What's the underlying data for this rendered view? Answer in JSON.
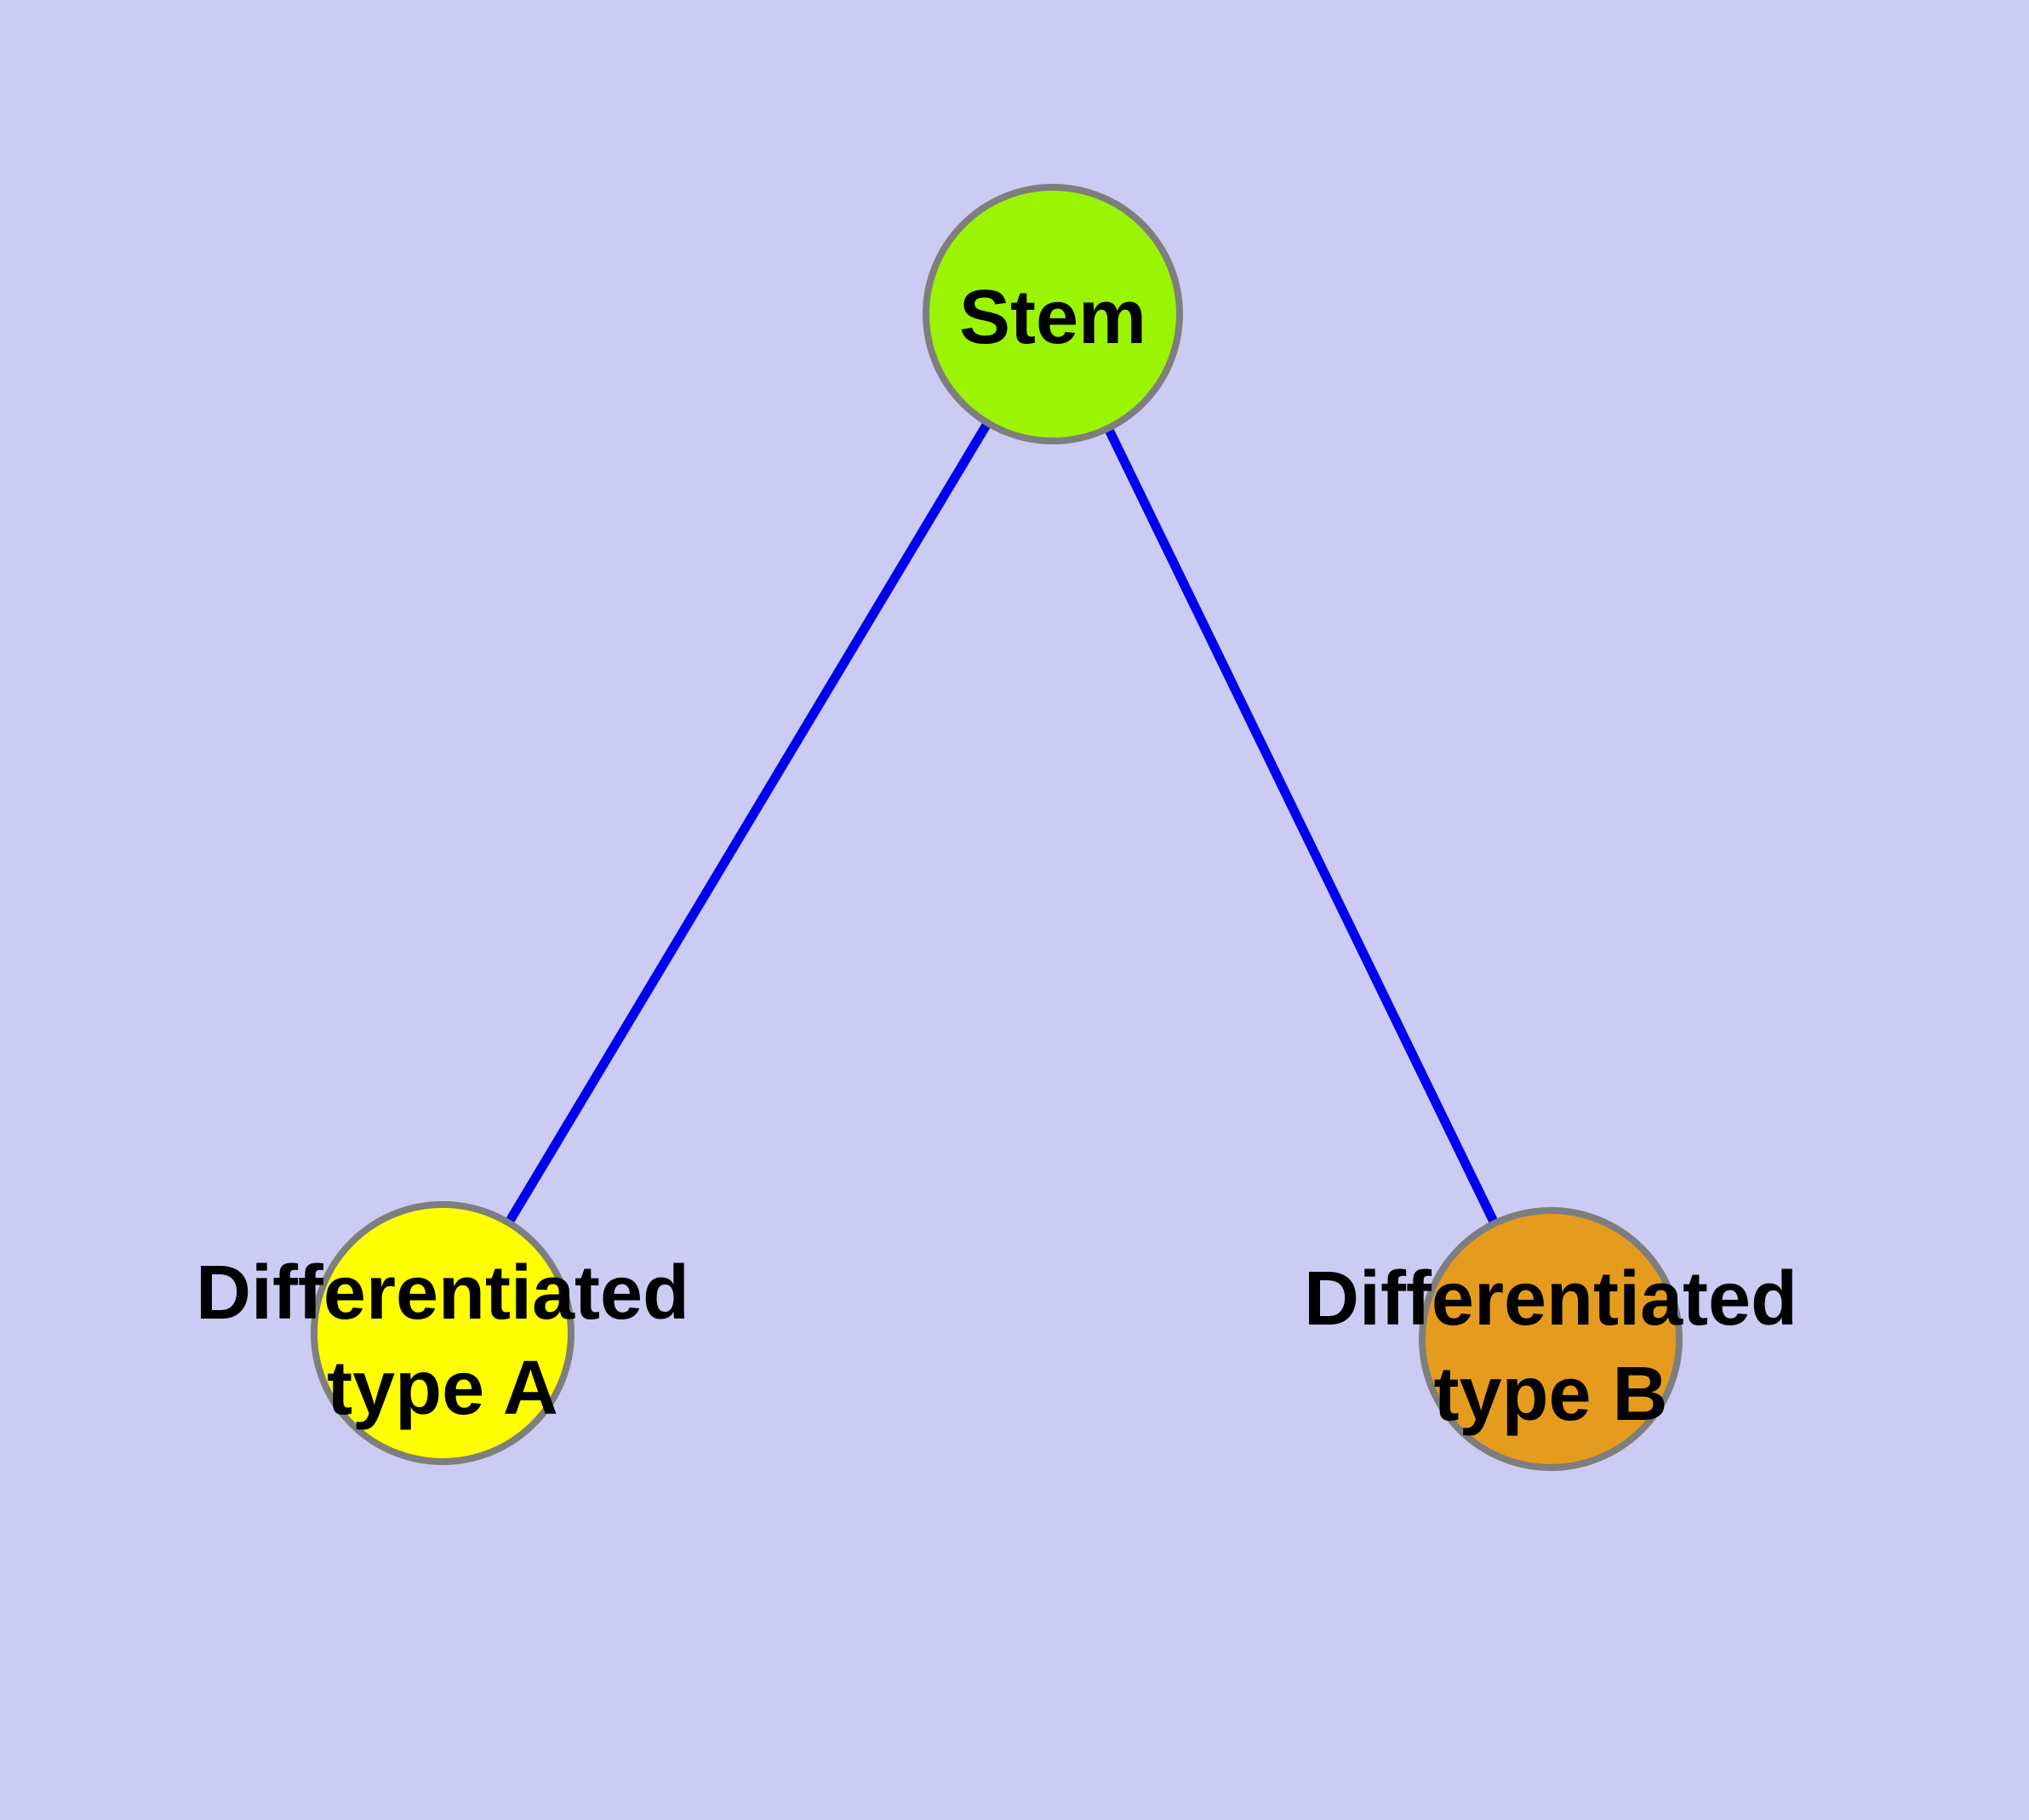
{
  "diagram": {
    "background_color": "#CBCBF4",
    "edge_color": "#0000EE",
    "node_border_color": "#7E7E7E",
    "label_color": "#000000",
    "nodes": {
      "stem": {
        "label": "Stem",
        "fill": "#9BF502"
      },
      "type_a": {
        "label_line1": "Differentiated",
        "label_line2": "type A",
        "fill": "#FFFF00"
      },
      "type_b": {
        "label_line1": "Differentiated",
        "label_line2": "type B",
        "fill": "#E59C1E"
      }
    },
    "edges": [
      {
        "from": "Stem",
        "to": "Differentiated type A"
      },
      {
        "from": "Stem",
        "to": "Differentiated type B"
      }
    ]
  }
}
